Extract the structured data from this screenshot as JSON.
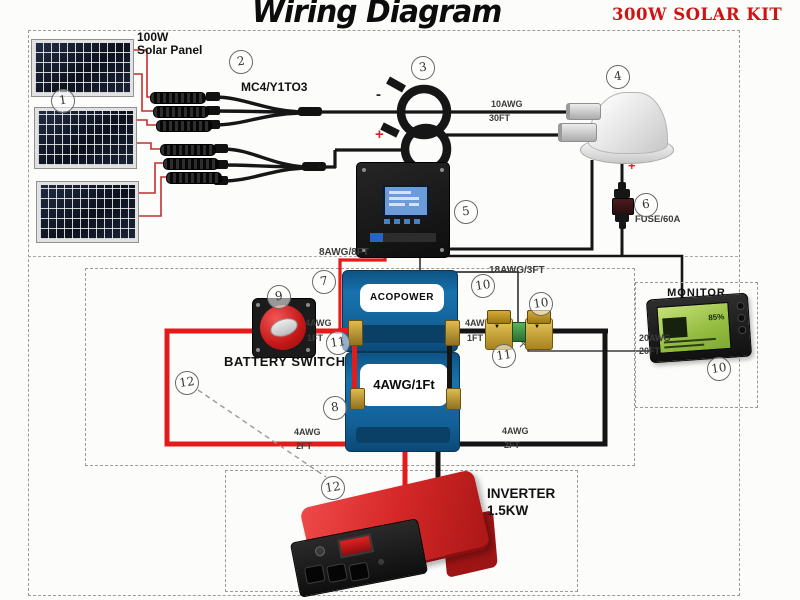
{
  "header": {
    "title": "Wiring Diagram",
    "kit": "300W SOLAR KIT"
  },
  "components": {
    "solar_panel": {
      "line1": "100W",
      "line2": "Solar Panel"
    },
    "mc4": {
      "label": "MC4/Y1TO3"
    },
    "fuse": {
      "label": "FUSE/60A"
    },
    "battery_switch": {
      "label": "BATTERY SWITCH"
    },
    "battery": {
      "brand": "ACOPOWER",
      "jumper": "4AWG/1Ft"
    },
    "monitor": {
      "label": "MONITOR",
      "value": "85",
      "unit": "%"
    },
    "inverter": {
      "label": "INVERTER",
      "power": "1.5KW",
      "watts": "1500W"
    }
  },
  "wire_labels": {
    "pv_gauge": "10AWG",
    "pv_length": "30FT",
    "controller_battery": "8AWG/8FT",
    "busbar_sense": "18AWG/3FT",
    "bat_l_gauge": "4AWG",
    "bat_l_len": "1FT",
    "bat_r_gauge": "4AWG",
    "bat_r_len": "1FT",
    "monitor_gauge": "20AWG",
    "monitor_length": "20FT",
    "inv_pos_gauge": "4AWG",
    "inv_pos_len": "2FT",
    "inv_neg_gauge": "4AWG",
    "inv_neg_len": "2FT"
  },
  "polarity": {
    "minus": "-",
    "plus": "+"
  },
  "callouts": {
    "1": "1",
    "2": "2",
    "3": "3",
    "4": "4",
    "5": "5",
    "6": "6",
    "7": "7",
    "8": "8",
    "9": "9",
    "10": "10",
    "11": "11",
    "12": "12"
  },
  "colors": {
    "accent_red": "#cf1212",
    "wire_red": "#e31b1b",
    "wire_black": "#141414",
    "battery_blue": "#136097",
    "inverter_red": "#d52727",
    "busbar_brass": "#c9a227",
    "monitor_green": "#94bd40"
  }
}
